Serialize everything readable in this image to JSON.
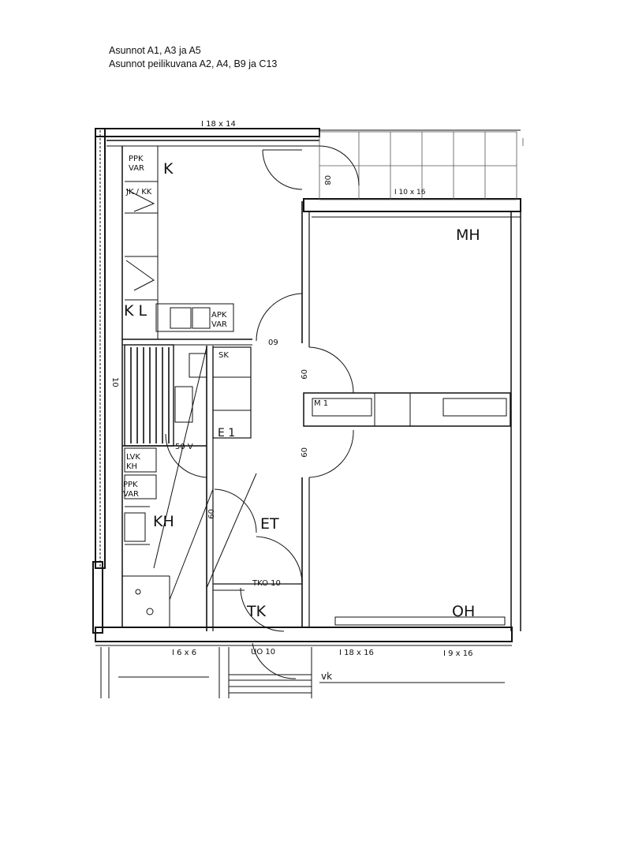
{
  "caption": {
    "line1": "Asunnot A1, A3 ja A5",
    "line2": "Asunnot peilikuvana A2, A4, B9 ja C13"
  },
  "rooms": {
    "k": "K",
    "mh": "MH",
    "kh": "KH",
    "et": "ET",
    "tk": "TK",
    "oh": "OH",
    "kl": "K L"
  },
  "fixtures": {
    "ppk_var_top_1": "PPK",
    "ppk_var_top_2": "VAR",
    "jk_kk": "JK / KK",
    "apk_var_1": "APK",
    "apk_var_2": "VAR",
    "sk": "SK",
    "e1": "E 1",
    "m1": "M 1",
    "lvk_1": "LVK",
    "lvk_2": "KH",
    "ppk_var_kh_1": "PPK",
    "ppk_var_kh_2": "VAR",
    "tko": "TKO 10"
  },
  "dimensions": {
    "top_beam": "I 18 x 14",
    "balcony_beam": "I 10 x 16",
    "bottom_beam_1": "I 6 x 6",
    "bottom_beam_2": "I 18 x 16",
    "bottom_beam_3": "I 9 x 16",
    "door_bottom": "UO 10",
    "door_09_a": "09",
    "door_09_b": "09",
    "door_09_c": "09",
    "door_08": "08",
    "door_09_kh": "09",
    "door_10": "10",
    "door_50": "50 V"
  },
  "legend": {
    "vk": "vk"
  }
}
